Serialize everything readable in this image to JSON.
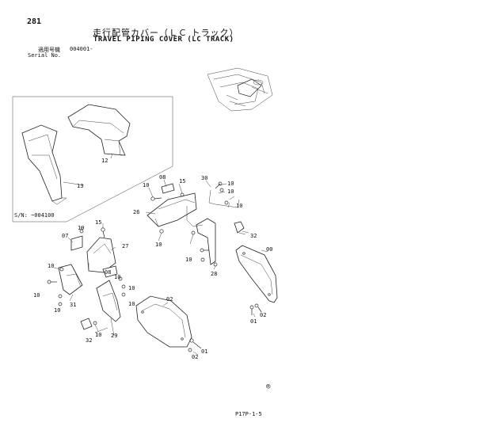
{
  "header": {
    "page_number": "281",
    "title_jp": "走行配管カバー（ＬＣ トラック）",
    "title_en": "TRAVEL PIPING COVER (LC TRACK)",
    "applicable_label": "適用号機",
    "applicable_value": "004001-",
    "serial_label": "Serial No."
  },
  "inset": {
    "serial_note": "S/N: ~004100",
    "callouts": [
      "12",
      "13"
    ]
  },
  "callouts": {
    "c08a": "08",
    "c15a": "15",
    "c10a": "10",
    "c30": "30",
    "c10b": "10",
    "c10c": "10",
    "c26": "26",
    "c10d": "10",
    "c32a": "32",
    "c10e": "10",
    "c10f": "10",
    "c28": "28",
    "c00": "00",
    "c15b": "15",
    "c07": "07",
    "c10g": "10",
    "c27": "27",
    "c10h": "10",
    "c10i": "10",
    "c10j": "10",
    "c10k": "10",
    "c31": "31",
    "c10l": "10",
    "c08b": "08",
    "c10m": "10",
    "c02a": "02",
    "c32b": "32",
    "c10n": "10",
    "c29": "29",
    "c01a": "01",
    "c02b": "02",
    "c01b": "01",
    "c02c": "02"
  },
  "footer": {
    "copyright_mark": "®",
    "page_code": "P17P-1-5"
  }
}
